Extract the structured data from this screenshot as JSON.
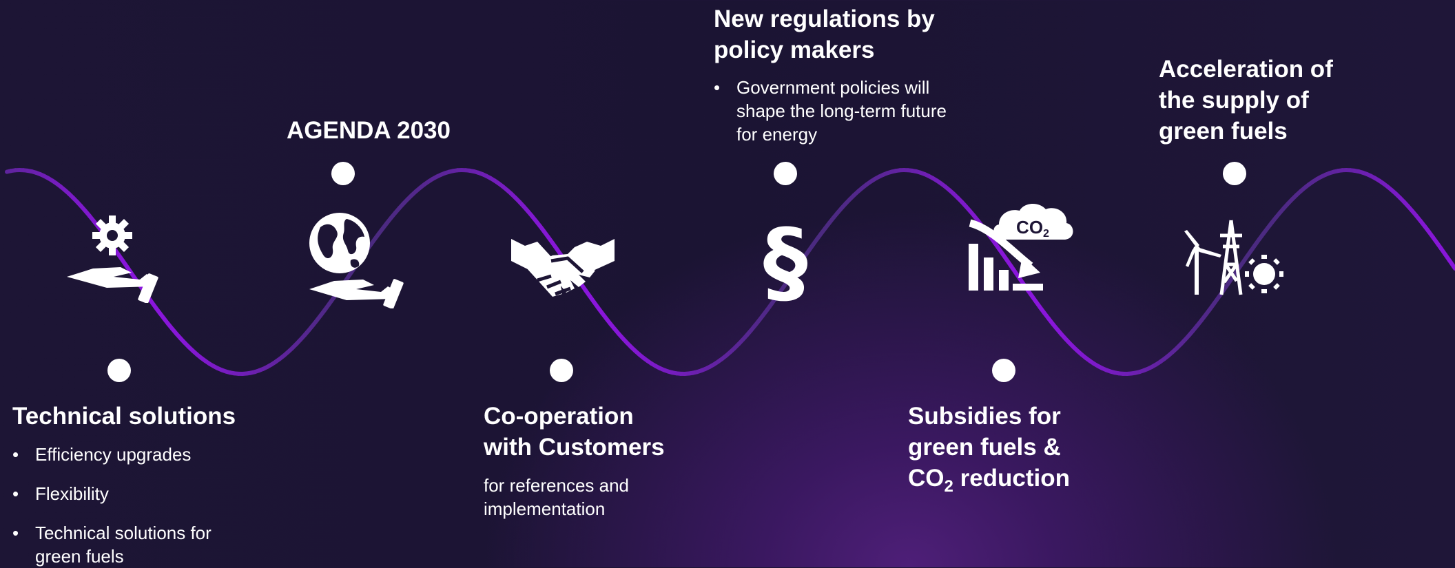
{
  "colors": {
    "wave": "#8a16dc",
    "wave_dim": "#4b2a80",
    "axis": "#ffffff",
    "marker": "#ffffff"
  },
  "items": [
    {
      "title": "Technical solutions",
      "icon": "gear-hand-icon",
      "bullets": [
        "Efficiency upgrades",
        "Flexibility",
        "Technical solutions for green fuels"
      ]
    },
    {
      "title": "AGENDA 2030",
      "icon": "globe-hand-icon"
    },
    {
      "title_line1": "Co-operation",
      "title_line2": "with Customers",
      "icon": "handshake-icon",
      "text": "for references and implementation"
    },
    {
      "title_line1": "New regulations by",
      "title_line2": "policy makers",
      "icon": "paragraph-icon",
      "bullets": [
        "Government policies will shape the long-term future for energy"
      ]
    },
    {
      "title_line1": "Subsidies for",
      "title_line2": "green fuels &",
      "title_line3_a": "CO",
      "title_line3_sub": "2",
      "title_line3_b": " reduction",
      "icon": "co2-reduction-icon",
      "icon_text_a": "CO",
      "icon_text_sub": "2"
    },
    {
      "title_line1": "Acceleration of",
      "title_line2": "the supply of",
      "title_line3": "green fuels",
      "icon": "renewable-energy-icon"
    }
  ]
}
